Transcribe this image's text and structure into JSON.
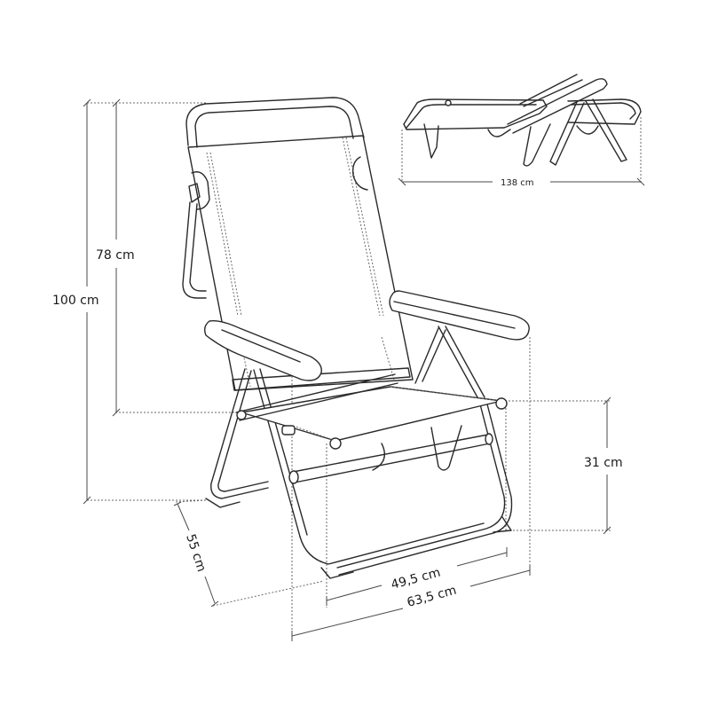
{
  "diagram": {
    "title": "Folding beach chair dimensions",
    "line_color": "#2a2a2a",
    "background": "#ffffff",
    "views": [
      {
        "name": "upright-chair-view",
        "description": "Reclining folding chair, upright position, 3/4 view"
      },
      {
        "name": "flat-lounger-view",
        "description": "Chair fully reclined into flat lounger, side view"
      }
    ],
    "dimensions": {
      "total_height": "100 cm",
      "backrest_height": "78 cm",
      "seat_height": "31 cm",
      "depth": "55 cm",
      "inner_width": "49,5 cm",
      "outer_width": "63,5 cm",
      "flat_length": "138 cm"
    }
  }
}
